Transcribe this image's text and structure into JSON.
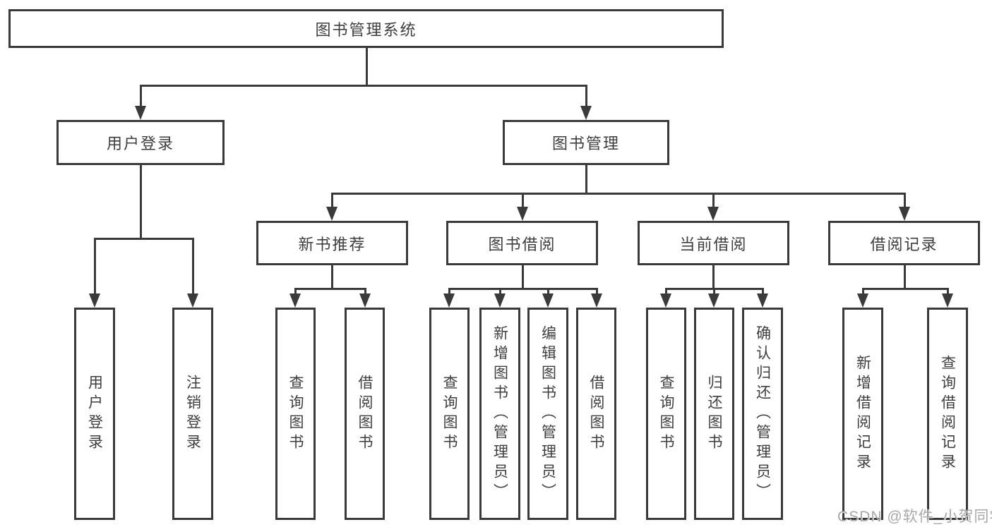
{
  "diagram": {
    "root": {
      "label": "图书管理系统"
    },
    "level2": {
      "user_login": {
        "label": "用户登录"
      },
      "book_mgmt": {
        "label": "图书管理"
      }
    },
    "user_login_children": {
      "login": {
        "label": "用户登录"
      },
      "logout": {
        "label": "注销登录"
      }
    },
    "book_mgmt_children": {
      "new_book_rec": {
        "label": "新书推荐"
      },
      "book_borrow": {
        "label": "图书借阅"
      },
      "current_borrow": {
        "label": "当前借阅"
      },
      "borrow_records": {
        "label": "借阅记录"
      }
    },
    "new_book_rec_children": {
      "query_books": {
        "label": "查询图书"
      },
      "borrow_books": {
        "label": "借阅图书"
      }
    },
    "book_borrow_children": {
      "query_books": {
        "label": "查询图书"
      },
      "add_books_admin": {
        "label": "新增图书（管理员）"
      },
      "edit_books_admin": {
        "label": "编辑图书（管理员）"
      },
      "borrow_books": {
        "label": "借阅图书"
      }
    },
    "current_borrow_children": {
      "query_books": {
        "label": "查询图书"
      },
      "return_books": {
        "label": "归还图书"
      },
      "confirm_return_admin": {
        "label": "确认归还（管理员）"
      }
    },
    "borrow_records_children": {
      "add_record": {
        "label": "新增借阅记录"
      },
      "query_record": {
        "label": "查询借阅记录"
      }
    }
  },
  "watermark": {
    "text": "CSDN @软件_小贺同学"
  },
  "colors": {
    "line": "#3a3a3a",
    "text": "#3e3e3e",
    "background": "#ffffff",
    "watermark": "#a8a8a8"
  }
}
